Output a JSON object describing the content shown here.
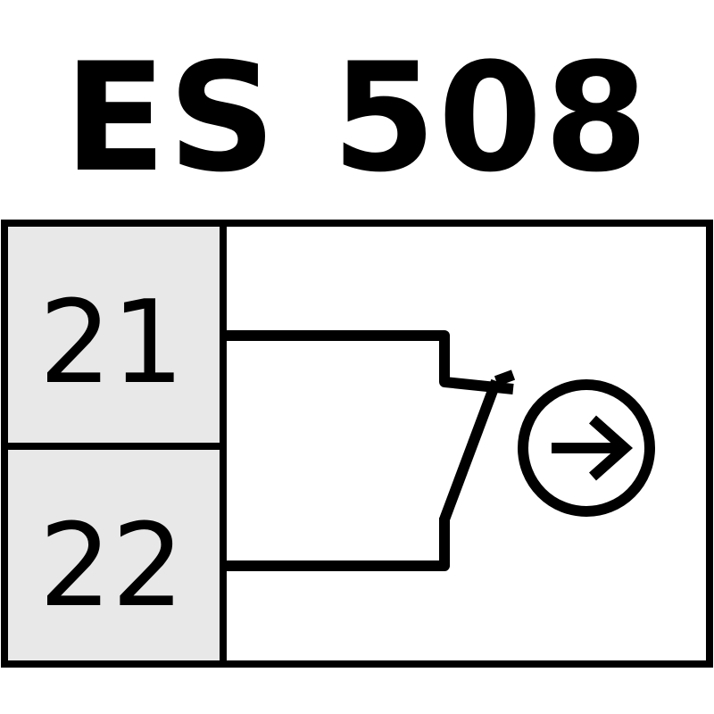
{
  "title": "ES 508",
  "terminals": [
    {
      "label": "21"
    },
    {
      "label": "22"
    }
  ],
  "colors": {
    "stroke": "#000000",
    "terminal_fill": "#e8e8e8",
    "background": "#ffffff"
  },
  "icons": {
    "contact": "normally-closed-contact-icon",
    "actuator": "positive-opening-arrow-icon"
  }
}
